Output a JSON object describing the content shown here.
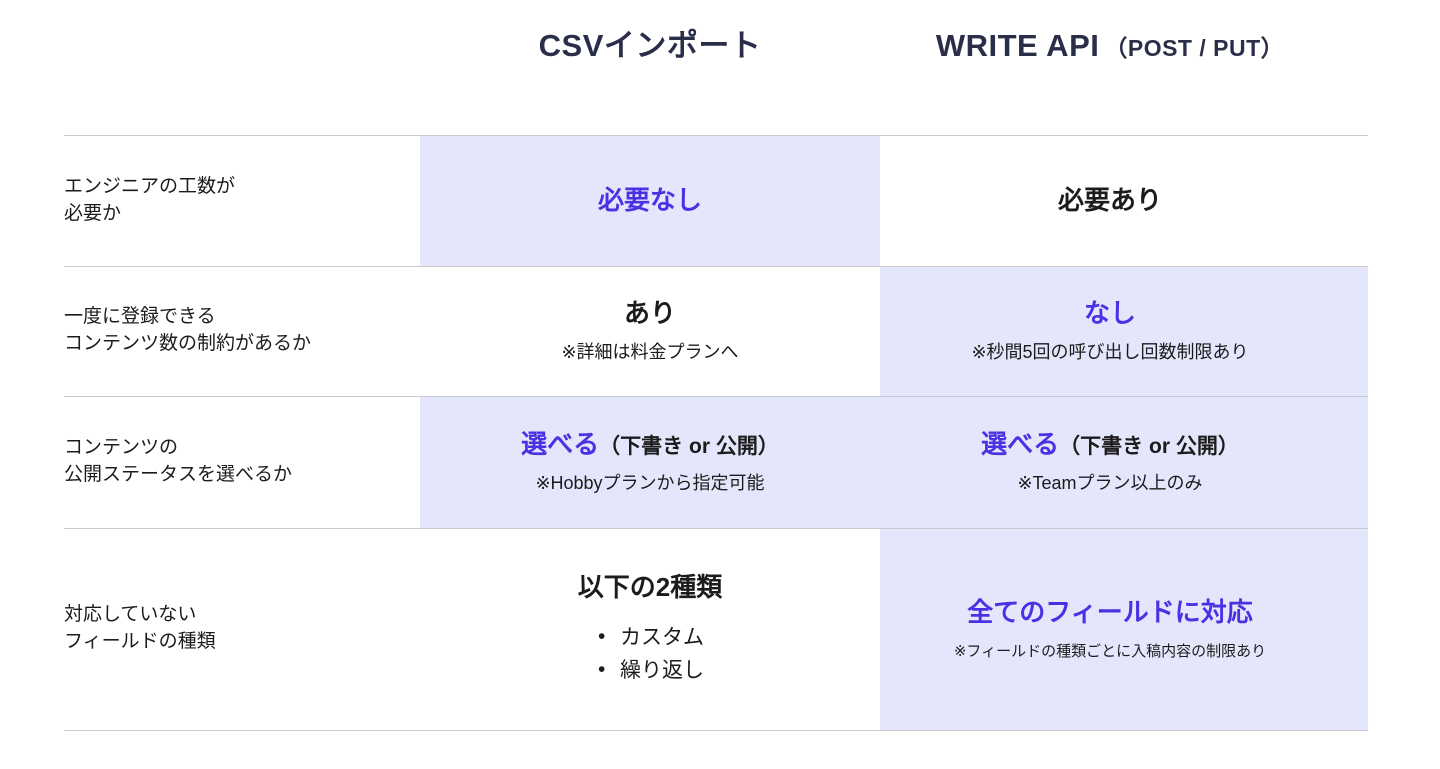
{
  "colors": {
    "accent": "#4a32e4",
    "highlight": "#e4e6fb",
    "header_text": "#2a2e49",
    "body_text": "#1c1c1c",
    "divider": "#c9c9cf"
  },
  "header": {
    "label_column": "",
    "columns": [
      {
        "title": "CSVインポート",
        "suffix": ""
      },
      {
        "title": "WRITE API",
        "suffix": "（POST / PUT）"
      }
    ]
  },
  "rows": [
    {
      "label_line1": "エンジニアの工数が",
      "label_line2": "必要か",
      "csv": {
        "main": "必要なし",
        "main_accent": true,
        "note": "",
        "highlight": true
      },
      "api": {
        "main": "必要あり",
        "main_accent": false,
        "note": "",
        "highlight": false
      }
    },
    {
      "label_line1": "一度に登録できる",
      "label_line2": "コンテンツ数の制約があるか",
      "csv": {
        "main": "あり",
        "main_accent": false,
        "note": "※詳細は料金プランへ",
        "highlight": false
      },
      "api": {
        "main": "なし",
        "main_accent": true,
        "note": "※秒間5回の呼び出し回数制限あり",
        "highlight": true
      }
    },
    {
      "label_line1": "コンテンツの",
      "label_line2": "公開ステータスを選べるか",
      "csv": {
        "main": "選べる",
        "main_paren": "（下書き or 公開）",
        "main_accent": true,
        "note": "※Hobbyプランから指定可能",
        "highlight": true
      },
      "api": {
        "main": "選べる",
        "main_paren": "（下書き or 公開）",
        "main_accent": true,
        "note": "※Teamプラン以上のみ",
        "highlight": true
      }
    },
    {
      "label_line1": "対応していない",
      "label_line2": "フィールドの種類",
      "csv": {
        "main": "以下の2種類",
        "main_accent": false,
        "list": [
          "カスタム",
          "繰り返し"
        ],
        "highlight": false
      },
      "api": {
        "main": "全てのフィールドに対応",
        "main_accent": true,
        "note": "※フィールドの種類ごとに入稿内容の制限あり",
        "highlight": true
      }
    }
  ]
}
